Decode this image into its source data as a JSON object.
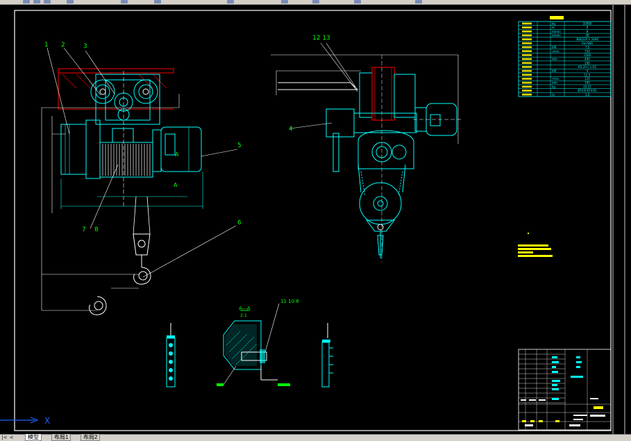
{
  "tabs": {
    "model": "模型",
    "layout1": "布局1",
    "layout2": "布局2"
  },
  "nav": {
    "first": "|<",
    "prev": "<"
  },
  "drawing": {
    "part_labels": [
      "1",
      "2",
      "3",
      "4",
      "5",
      "6",
      "7",
      "8",
      "12 13",
      "11 10 8"
    ],
    "section_label": "A—A",
    "section_scale": "2:1",
    "view_marks": [
      "A",
      "A"
    ],
    "ucs_axis": "X"
  },
  "spec_table": {
    "values": [
      "10000",
      "6",
      "8",
      "30",
      "380/220 V   50HZ",
      "Am-90A",
      "7.5",
      "750",
      "1500",
      "400",
      "290",
      "HS-20-C-L-R1",
      "4",
      "12.5",
      "120",
      "100",
      "20.27",
      "BT4-B   BT4-B1",
      "1.5"
    ],
    "units": [
      "kg",
      "m",
      "m/min",
      "m/min",
      "",
      "",
      "kW",
      "r/min",
      "",
      "mm",
      "",
      "",
      "kW",
      "",
      "r/min",
      "mm",
      "kg",
      "",
      "m"
    ]
  },
  "colors": {
    "bg": "#000000",
    "frame": "#ffffff",
    "cyan": "#00ffff",
    "green": "#00ff00",
    "yellow": "#ffff00",
    "red": "#ff0000",
    "magenta": "#ff00ff"
  }
}
